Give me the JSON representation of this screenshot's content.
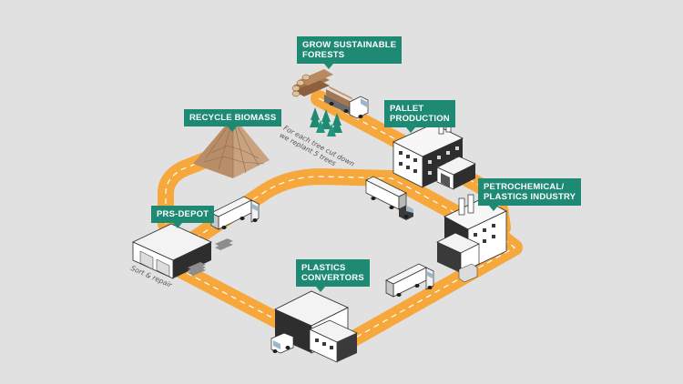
{
  "labels": {
    "grow_forests": [
      "GROW SUSTAINABLE",
      "FORESTS"
    ],
    "recycle_biomass": "RECYCLE BIOMASS",
    "pallet_production": [
      "PALLET",
      "PRODUCTION"
    ],
    "petrochemical": [
      "PETROCHEMICAL/",
      "PLASTICS INDUSTRY"
    ],
    "prs_depot": "PRS-DEPOT",
    "plastics_convertors": [
      "PLASTICS",
      "CONVERTORS"
    ]
  },
  "notes": {
    "replant": [
      "For each tree cut down",
      "we replant 5 trees"
    ],
    "sort_repair": "Sort & repair"
  },
  "colors": {
    "background": "#e1e1e1",
    "road": "#f6a83c",
    "callout": "#1f8a74",
    "building_dark": "#2e2e2e",
    "building_light": "#f2f2f2",
    "biomass": "#c9a27f"
  }
}
